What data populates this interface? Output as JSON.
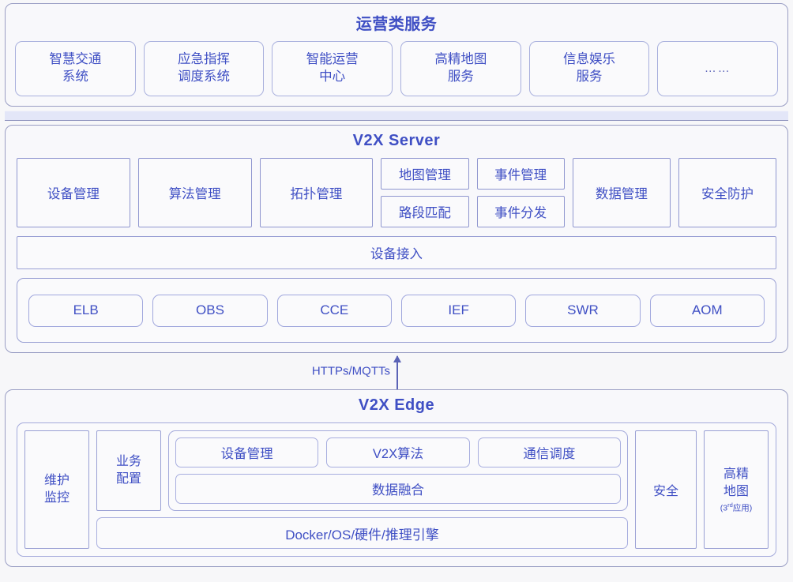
{
  "sections": {
    "operations": {
      "title": "运营类服务",
      "cards": [
        "智慧交通\n系统",
        "应急指挥\n调度系统",
        "智能运营\n中心",
        "高精地图\n服务",
        "信息娱乐\n服务",
        "……"
      ]
    },
    "server": {
      "title": "V2X Server",
      "modules": [
        "设备管理",
        "算法管理",
        "拓扑管理"
      ],
      "stack_map": [
        "地图管理",
        "路段匹配"
      ],
      "stack_event": [
        "事件管理",
        "事件分发"
      ],
      "modules_right": [
        "数据管理",
        "安全防护"
      ],
      "access_band": "设备接入",
      "cloud_services": [
        "ELB",
        "OBS",
        "CCE",
        "IEF",
        "SWR",
        "AOM"
      ]
    },
    "connector": {
      "label": "HTTPs/MQTTs",
      "direction": "up"
    },
    "edge": {
      "title": "V2X Edge",
      "left_tall": "维护\n监控",
      "left_short": "业务\n配置",
      "group_top": [
        "设备管理",
        "V2X算法",
        "通信调度"
      ],
      "group_wide": "数据融合",
      "base": "Docker/OS/硬件/推理引擎",
      "right_security": "安全",
      "right_map": {
        "main": "高精\n地图",
        "sub_prefix": "(3",
        "sub_sup": "rd",
        "sub_suffix": "应用)"
      }
    }
  },
  "colors": {
    "accent": "#3f4fc4",
    "border": "#9aa0d4",
    "outer_border": "#9a9ec4",
    "background": "#f7f7f9",
    "panel_bg": "#f8f8fb",
    "separator": "#e3e6f8"
  }
}
